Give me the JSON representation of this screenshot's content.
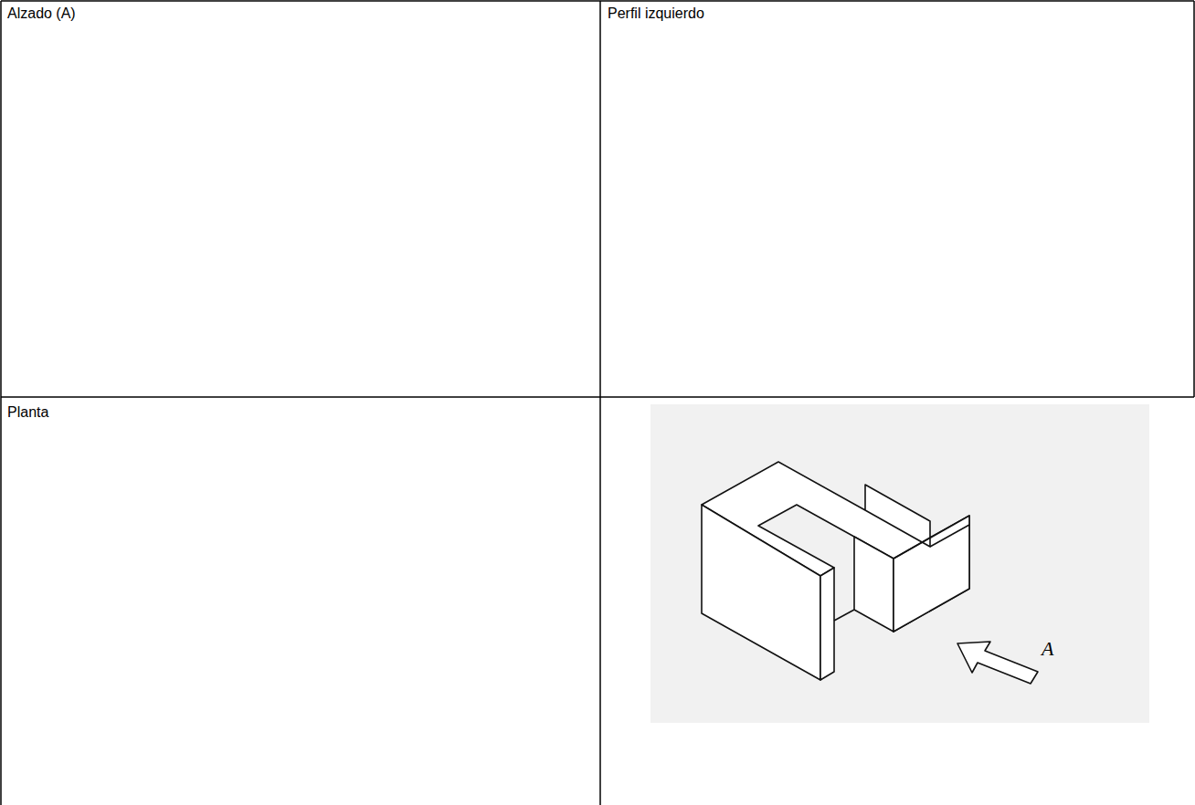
{
  "diagram": {
    "labels": [
      "Alzado (A)",
      "Perfil izquierdo",
      "Planta",
      "A"
    ]
  }
}
